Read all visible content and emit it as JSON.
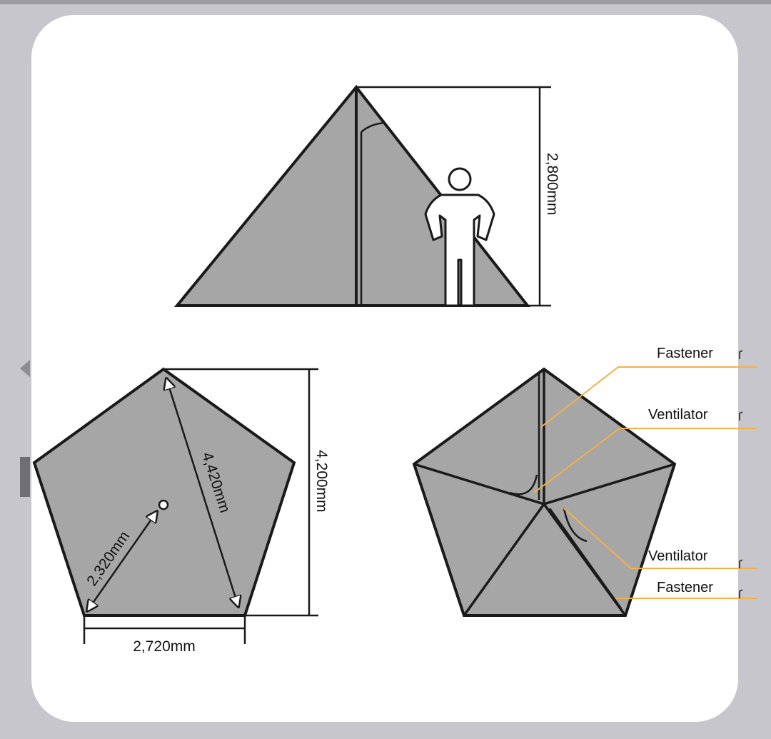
{
  "diagram": {
    "side_view": {
      "height_label": "2,800mm"
    },
    "floor_plan": {
      "side_label": "2,720mm",
      "diagonal_label": "4,420mm",
      "depth_label": "4,200mm",
      "radius_label": "2,320mm"
    },
    "top_view": {
      "callouts": [
        {
          "label": "Fastener"
        },
        {
          "label": "Ventilator"
        },
        {
          "label": "Ventilator"
        },
        {
          "label": "Fastener"
        }
      ]
    }
  },
  "colors": {
    "fabric": "#a6a6a6",
    "outline": "#1a1a1a",
    "callout_line": "#f2b049",
    "card": "#ffffff",
    "backdrop": "#c7c6cc"
  }
}
